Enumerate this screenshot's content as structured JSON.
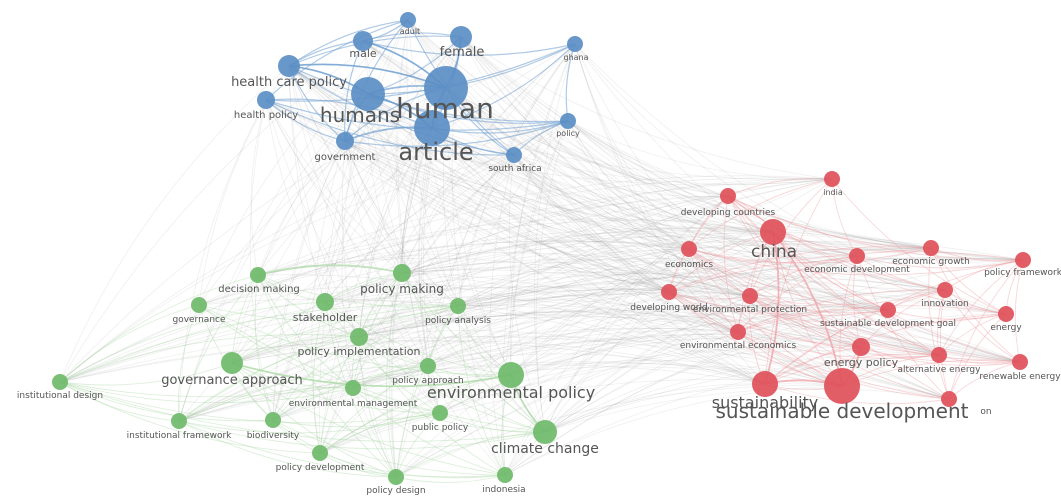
{
  "clusters": {
    "blue": {
      "color": "#5b8ec4",
      "edge": "#6f9fd0"
    },
    "red": {
      "color": "#e0505a",
      "edge": "#ee9aa0"
    },
    "green": {
      "color": "#6fba6a",
      "edge": "#a9d8a4"
    }
  },
  "nodes": [
    {
      "id": "human",
      "label": "human",
      "cluster": "blue",
      "weight": 10
    },
    {
      "id": "article",
      "label": "article",
      "cluster": "blue",
      "weight": 9
    },
    {
      "id": "humans",
      "label": "humans",
      "cluster": "blue",
      "weight": 7
    },
    {
      "id": "female",
      "label": "female",
      "cluster": "blue",
      "weight": 4
    },
    {
      "id": "male",
      "label": "male",
      "cluster": "blue",
      "weight": 3
    },
    {
      "id": "adult",
      "label": "adult",
      "cluster": "blue",
      "weight": 2
    },
    {
      "id": "health-care-policy",
      "label": "health care policy",
      "cluster": "blue",
      "weight": 4
    },
    {
      "id": "health-policy",
      "label": "health policy",
      "cluster": "blue",
      "weight": 3
    },
    {
      "id": "government",
      "label": "government",
      "cluster": "blue",
      "weight": 3
    },
    {
      "id": "ghana",
      "label": "ghana",
      "cluster": "blue",
      "weight": 2
    },
    {
      "id": "policy",
      "label": "policy",
      "cluster": "blue",
      "weight": 2
    },
    {
      "id": "south-africa",
      "label": "south africa",
      "cluster": "blue",
      "weight": 2
    },
    {
      "id": "china",
      "label": "china",
      "cluster": "red",
      "weight": 5
    },
    {
      "id": "india",
      "label": "india",
      "cluster": "red",
      "weight": 2
    },
    {
      "id": "developing-countries",
      "label": "developing countries",
      "cluster": "red",
      "weight": 2
    },
    {
      "id": "economics",
      "label": "economics",
      "cluster": "red",
      "weight": 2
    },
    {
      "id": "economic-development",
      "label": "economic development",
      "cluster": "red",
      "weight": 2
    },
    {
      "id": "economic-growth",
      "label": "economic growth",
      "cluster": "red",
      "weight": 2
    },
    {
      "id": "policy-framework",
      "label": "policy framework",
      "cluster": "red",
      "weight": 2
    },
    {
      "id": "developing-world",
      "label": "developing world",
      "cluster": "red",
      "weight": 2
    },
    {
      "id": "environmental-protection",
      "label": "environmental protection",
      "cluster": "red",
      "weight": 2
    },
    {
      "id": "innovation",
      "label": "innovation",
      "cluster": "red",
      "weight": 2
    },
    {
      "id": "sustainable-development-goal",
      "label": "sustainable development goal",
      "cluster": "red",
      "weight": 2
    },
    {
      "id": "energy",
      "label": "energy",
      "cluster": "red",
      "weight": 2
    },
    {
      "id": "environmental-economics",
      "label": "environmental economics",
      "cluster": "red",
      "weight": 2
    },
    {
      "id": "energy-policy",
      "label": "energy policy",
      "cluster": "red",
      "weight": 3
    },
    {
      "id": "alternative-energy",
      "label": "alternative energy",
      "cluster": "red",
      "weight": 2
    },
    {
      "id": "renewable-energy",
      "label": "renewable energy",
      "cluster": "red",
      "weight": 2
    },
    {
      "id": "sustainability",
      "label": "sustainability",
      "cluster": "red",
      "weight": 6
    },
    {
      "id": "sustainable-development",
      "label": "sustainable development",
      "cluster": "red",
      "weight": 8
    },
    {
      "id": "hidden-red",
      "label": "on",
      "cluster": "red",
      "weight": 2
    },
    {
      "id": "decision-making",
      "label": "decision making",
      "cluster": "green",
      "weight": 2
    },
    {
      "id": "policy-making",
      "label": "policy making",
      "cluster": "green",
      "weight": 3
    },
    {
      "id": "governance",
      "label": "governance",
      "cluster": "green",
      "weight": 2
    },
    {
      "id": "stakeholder",
      "label": "stakeholder",
      "cluster": "green",
      "weight": 3
    },
    {
      "id": "policy-analysis",
      "label": "policy analysis",
      "cluster": "green",
      "weight": 2
    },
    {
      "id": "policy-implementation",
      "label": "policy implementation",
      "cluster": "green",
      "weight": 3
    },
    {
      "id": "institutional-design",
      "label": "institutional design",
      "cluster": "green",
      "weight": 2
    },
    {
      "id": "governance-approach",
      "label": "governance approach",
      "cluster": "green",
      "weight": 4
    },
    {
      "id": "policy-approach",
      "label": "policy approach",
      "cluster": "green",
      "weight": 2
    },
    {
      "id": "environmental-policy",
      "label": "environmental policy",
      "cluster": "green",
      "weight": 5
    },
    {
      "id": "environmental-management",
      "label": "environmental management",
      "cluster": "green",
      "weight": 2
    },
    {
      "id": "institutional-framework",
      "label": "institutional framework",
      "cluster": "green",
      "weight": 2
    },
    {
      "id": "biodiversity",
      "label": "biodiversity",
      "cluster": "green",
      "weight": 2
    },
    {
      "id": "public-policy",
      "label": "public policy",
      "cluster": "green",
      "weight": 2
    },
    {
      "id": "climate-change",
      "label": "climate change",
      "cluster": "green",
      "weight": 4
    },
    {
      "id": "policy-development",
      "label": "policy development",
      "cluster": "green",
      "weight": 2
    },
    {
      "id": "policy-design",
      "label": "policy design",
      "cluster": "green",
      "weight": 2
    },
    {
      "id": "indonesia",
      "label": "indonesia",
      "cluster": "green",
      "weight": 2
    }
  ]
}
